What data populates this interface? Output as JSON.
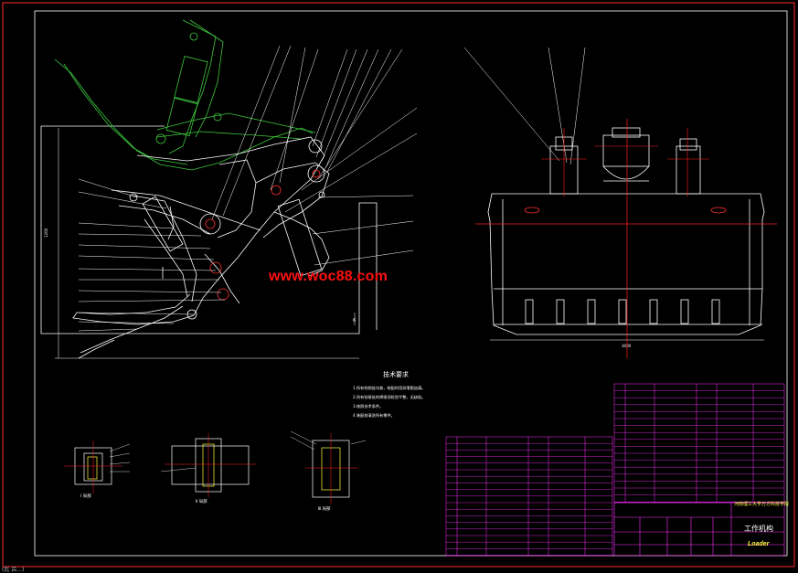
{
  "drawing": {
    "title": "工作机构",
    "university": "河南理工大学万方科技学院",
    "drawing_name": "Loader",
    "watermark": "www.woc88.com",
    "status_bar": "(比 吕...)"
  },
  "technical_requirements": {
    "heading": "技术要求",
    "notes": [
      "1.所有铰销处均装，装配时用润滑脂加满。",
      "2.所有铰接处的焊接须检验平整，无缺陷。",
      "3.按照技术条件。",
      "4.装配前清洗所有零件。"
    ]
  },
  "views": {
    "detail_a": "Ⅰ 局部",
    "detail_b": "Ⅱ 局部",
    "detail_c": "Ⅲ 局部"
  },
  "colors": {
    "background": "#000000",
    "frame": "#ff2a2a",
    "outline": "#ffffff",
    "hydraulic_cylinder": "#3ec83e",
    "centerline": "#ff2020",
    "title_block": "#ff30ff",
    "watermark": "#ff1010",
    "university_text": "#ffff40"
  }
}
